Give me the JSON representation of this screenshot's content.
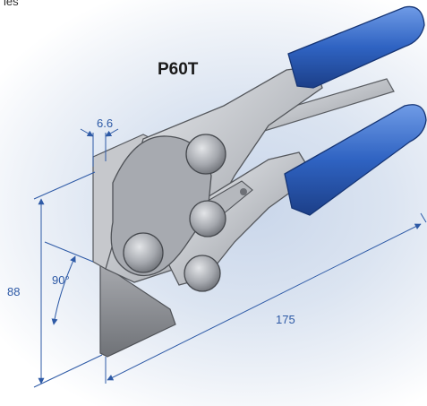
{
  "figure": {
    "corner_text": "les",
    "model": "P60T",
    "dimensions": {
      "thickness": "6.6",
      "height": "88",
      "length": "175",
      "angle": "90°"
    },
    "colors": {
      "dimension_lines": "#2e5aa6",
      "handle_grip": "#2f63c2",
      "metal": "#b9bcc2",
      "background": "#d6e0ef"
    }
  }
}
